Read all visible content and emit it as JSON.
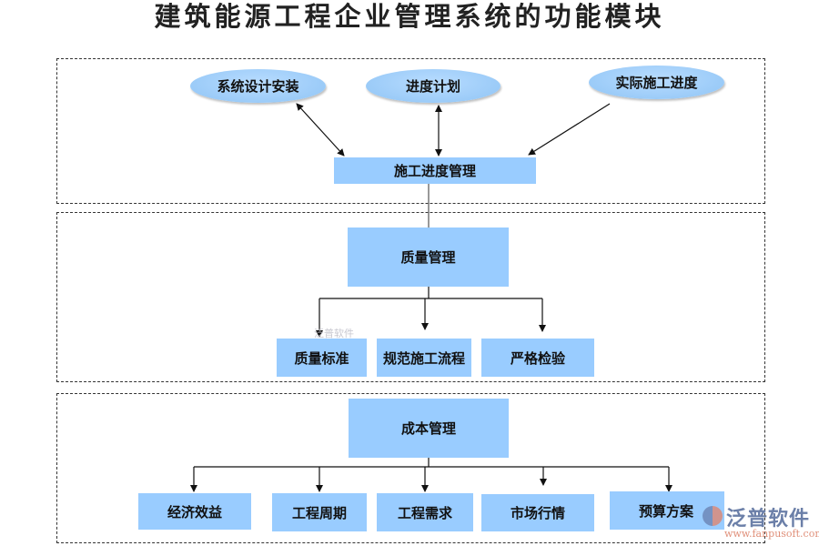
{
  "title": "建筑能源工程企业管理系统的功能模块",
  "schedule": {
    "ellipses": [
      "系统设计安装",
      "进度计划",
      "实际施工进度"
    ],
    "main": "施工进度管理"
  },
  "quality": {
    "main": "质量管理",
    "children": [
      "质量标准",
      "规范施工流程",
      "严格检验"
    ]
  },
  "cost": {
    "main": "成本管理",
    "children": [
      "经济效益",
      "工程周期",
      "工程需求",
      "市场行情",
      "预算方案"
    ]
  },
  "watermark": "泛普软件",
  "logo": {
    "name": "泛普软件",
    "url": "www.fanpusoft.com"
  },
  "colors": {
    "box": "#99ccff",
    "line": "#111111"
  }
}
